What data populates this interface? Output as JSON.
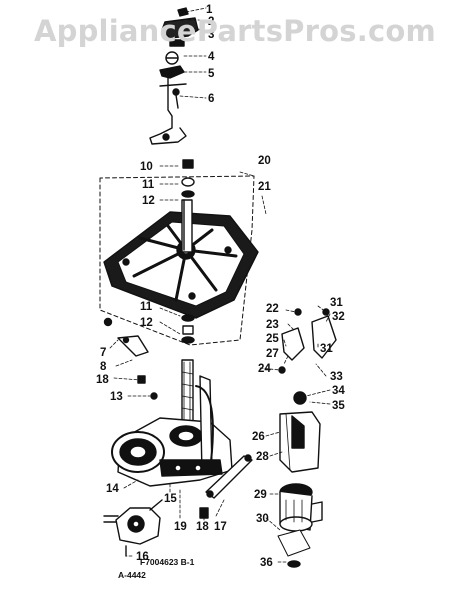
{
  "watermark": "AppliancePartsPros.com",
  "caption": {
    "code": "F7004623 B-1",
    "sub": "A-4442"
  },
  "parts": [
    "1",
    "2",
    "3",
    "4",
    "5",
    "6",
    "10",
    "20",
    "11",
    "21",
    "12",
    "22",
    "31",
    "23",
    "32",
    "11",
    "12",
    "25",
    "7",
    "27",
    "31",
    "8",
    "24",
    "33",
    "18",
    "13",
    "34",
    "35",
    "26",
    "28",
    "14",
    "15",
    "29",
    "19",
    "18",
    "17",
    "30",
    "16",
    "36"
  ],
  "colors": {
    "ink": "#111111",
    "watermark": "#d4d4d4"
  }
}
